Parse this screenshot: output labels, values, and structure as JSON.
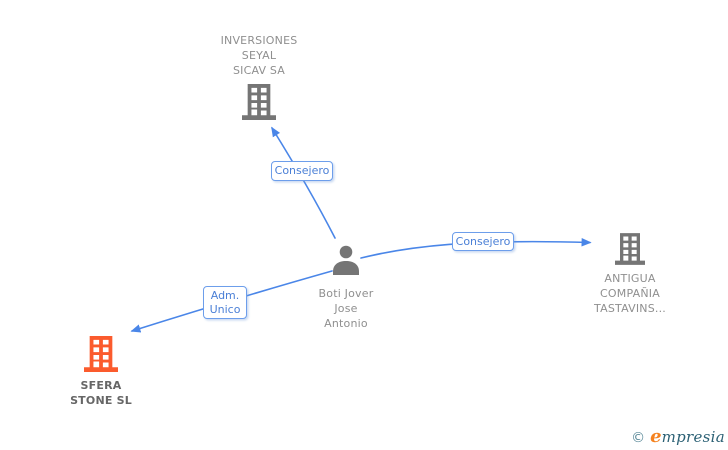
{
  "diagram": {
    "person": {
      "name_lines": [
        "Boti Jover",
        "Jose",
        "Antonio"
      ],
      "icon": "person-icon",
      "icon_color": "#757575"
    },
    "companies": [
      {
        "id": "inversiones",
        "name_lines": [
          "INVERSIONES",
          "SEYAL",
          "SICAV SA"
        ],
        "icon": "building-icon",
        "icon_color": "#757575",
        "emphasis": false
      },
      {
        "id": "antigua",
        "name_lines": [
          "ANTIGUA",
          "COMPAÑIA",
          "TASTAVINS..."
        ],
        "icon": "building-icon",
        "icon_color": "#757575",
        "emphasis": false
      },
      {
        "id": "sfera",
        "name_lines": [
          "SFERA",
          "STONE SL"
        ],
        "icon": "building-icon",
        "icon_color": "#fb5b2d",
        "emphasis": true
      }
    ],
    "relations": [
      {
        "label": "Consejero",
        "from": "Boti Jover Jose Antonio",
        "to": "INVERSIONES SEYAL SICAV SA"
      },
      {
        "label": "Consejero",
        "from": "Boti Jover Jose Antonio",
        "to": "ANTIGUA COMPAÑIA TASTAVINS..."
      },
      {
        "label": "Adm. Unico",
        "label_lines": [
          "Adm.",
          "Unico"
        ],
        "from": "Boti Jover Jose Antonio",
        "to": "SFERA STONE SL"
      }
    ]
  },
  "colors": {
    "arrow": "#4a86e8",
    "label_border": "#6d9eeb",
    "label_text": "#4a7fd6",
    "company_text": "#8f8f8f",
    "emphasis_text": "#666666",
    "icon_gray": "#757575",
    "icon_orange": "#fb5b2d",
    "watermark_orange": "#f5821f",
    "watermark_teal": "#2c6175"
  },
  "watermark": {
    "copyright": "©",
    "brand_e": "e",
    "brand_rest": "mpresia"
  }
}
